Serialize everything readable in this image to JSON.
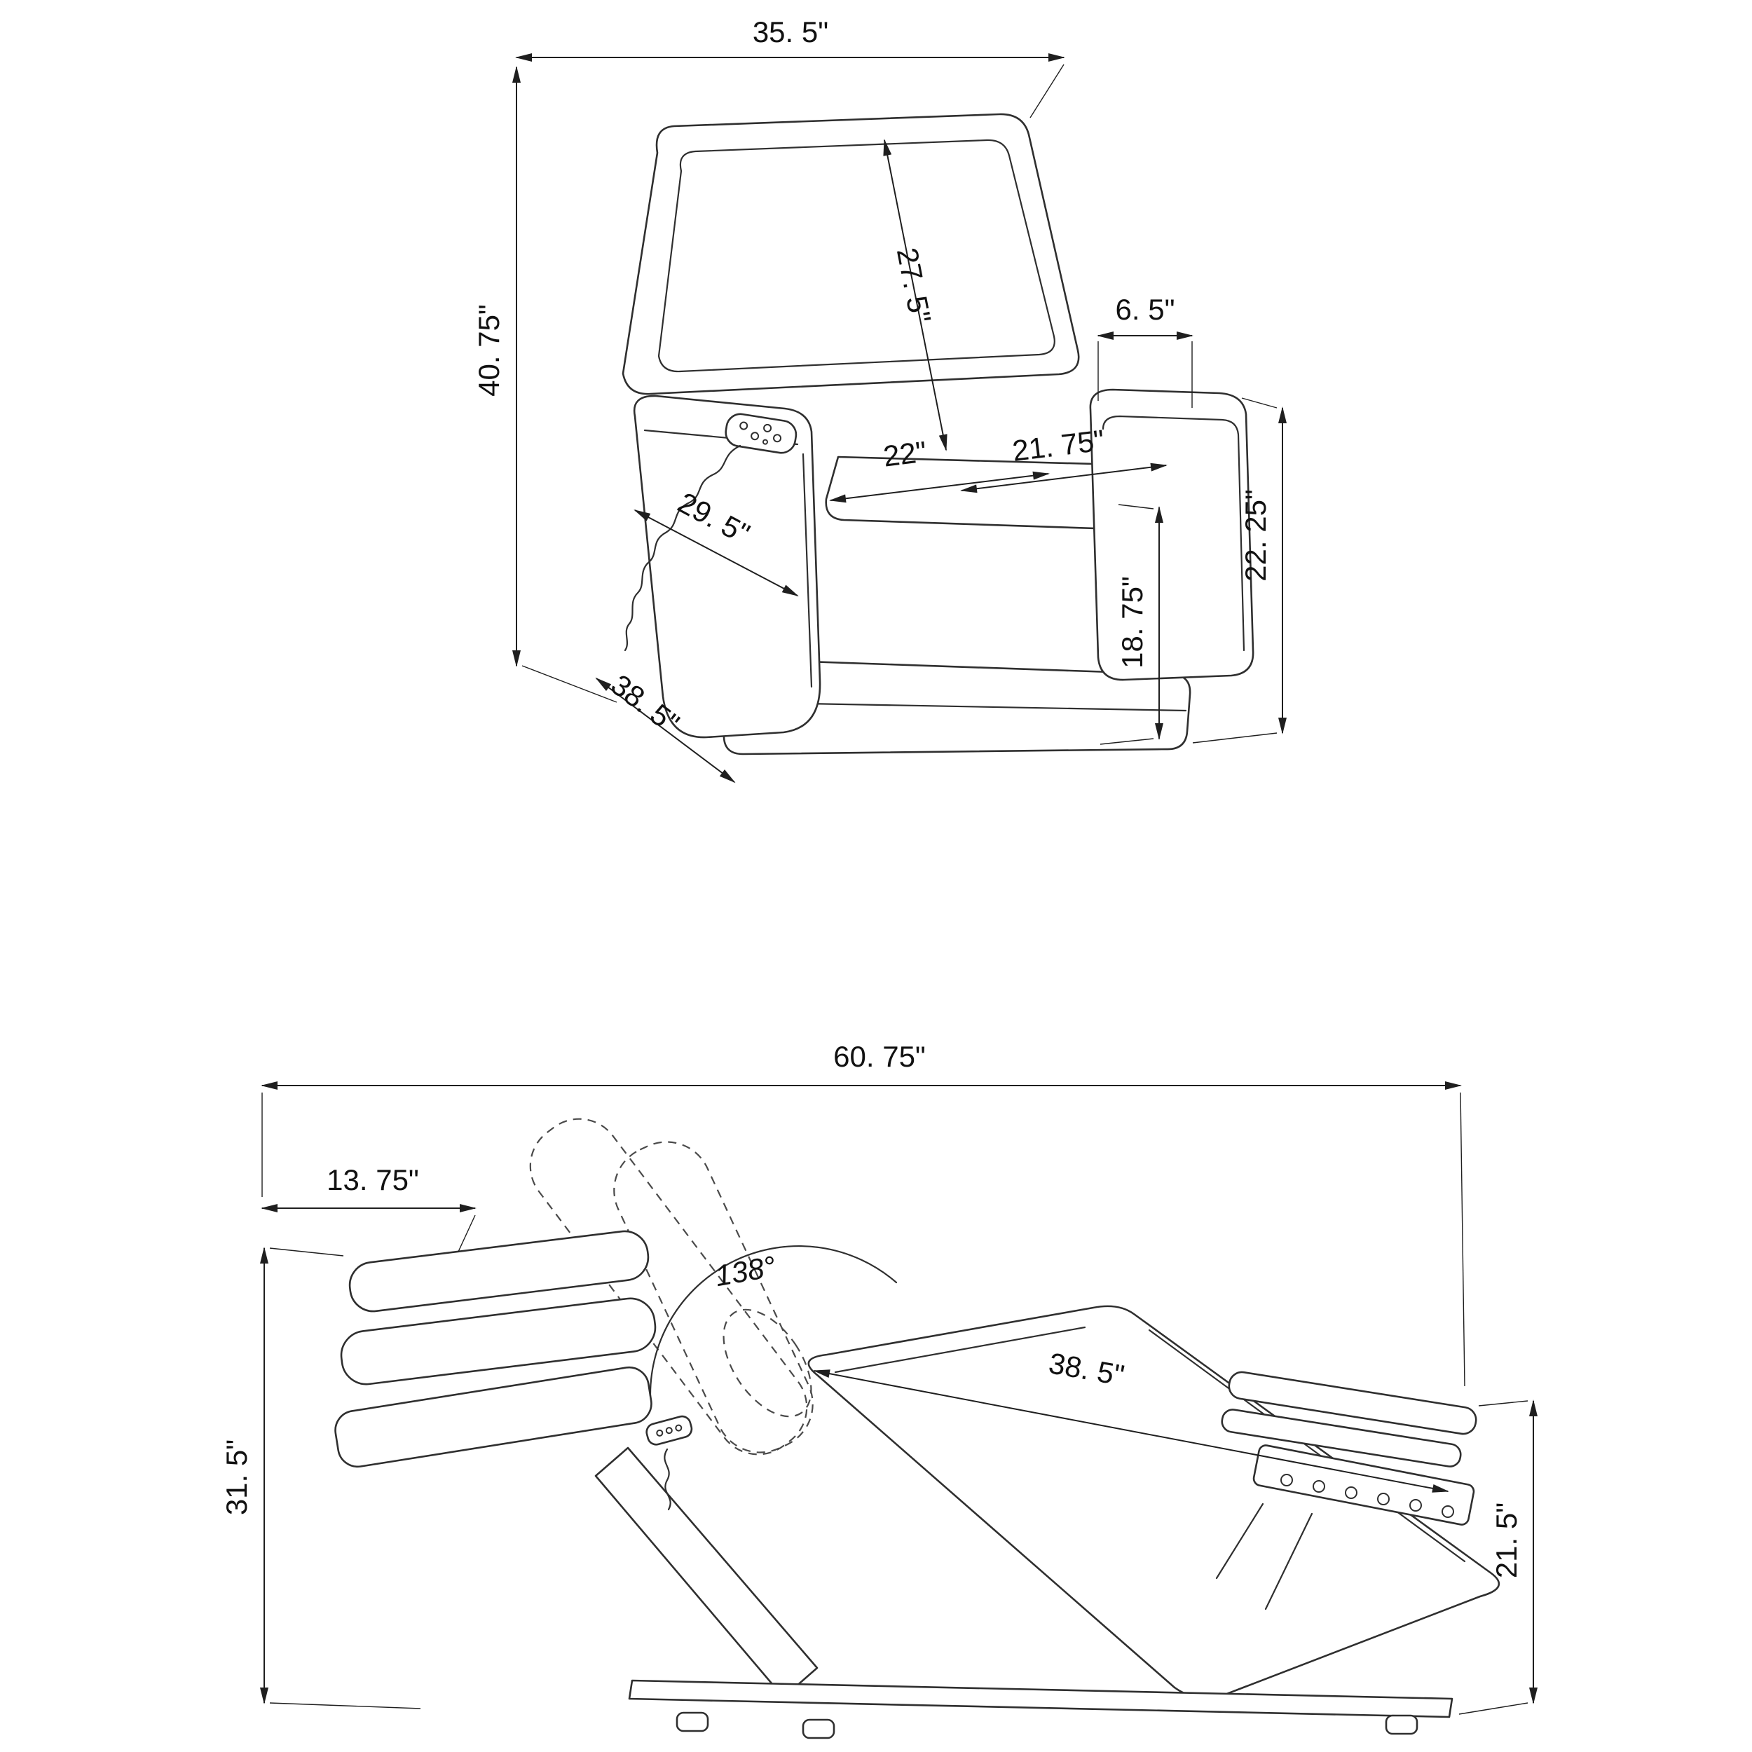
{
  "page": {
    "background": "#ffffff",
    "line_color": "#2f2f2f",
    "dim_color": "#1f1f1f",
    "text_color": "#111111"
  },
  "views": {
    "upright": {
      "name": "upright-recliner-front-view",
      "dims": {
        "overall_width": "35. 5\"",
        "overall_height": "40. 75\"",
        "back_height": "27. 5\"",
        "arm_width": "6. 5\"",
        "seat_width": "22\"",
        "seat_depth": "21. 75\"",
        "arm_length": "29. 5\"",
        "seat_height": "18. 75\"",
        "arm_height": "22. 25\"",
        "overall_depth": "38. 5\""
      }
    },
    "reclined": {
      "name": "reclined-recliner-side-view",
      "dims": {
        "reclined_length": "60. 75\"",
        "wall_clearance": "13. 75\"",
        "recline_angle": "138°",
        "back_length": "38. 5\"",
        "reclined_height": "31. 5\"",
        "footrest_height": "21. 5\""
      }
    }
  }
}
